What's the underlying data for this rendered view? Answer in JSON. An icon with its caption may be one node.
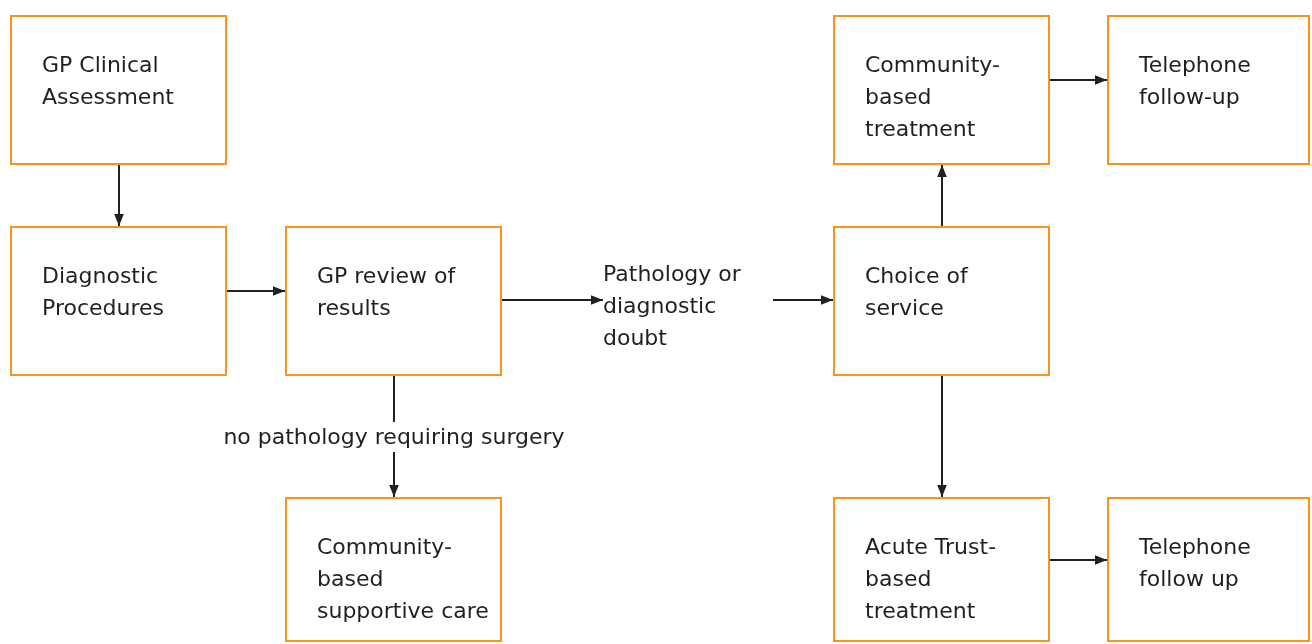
{
  "diagram": {
    "nodes": [
      {
        "text": [
          "GP Clinical Assessment"
        ]
      },
      {
        "text": [
          "Diagnostic Procedures"
        ]
      },
      {
        "text": [
          "GP review of results"
        ]
      },
      {
        "text": [
          "Pathology or diagnostic doubt"
        ]
      },
      {
        "text": [
          "Choice of service"
        ]
      },
      {
        "text": [
          "Community-based treatment"
        ]
      },
      {
        "text": [
          "Telephone follow-up"
        ]
      },
      {
        "text": [
          "Community-based supportive care"
        ]
      },
      {
        "text": [
          "Acute Trust-based treatment"
        ]
      },
      {
        "text": [
          "Telephone follow up"
        ]
      }
    ],
    "edges": [
      {
        "from": 0,
        "to": 1,
        "arrow": "to"
      },
      {
        "from": 1,
        "to": 2,
        "arrow": "to"
      },
      {
        "from": 2,
        "to": 3,
        "arrow": "to"
      },
      {
        "from": 3,
        "to": 4,
        "arrow": "to"
      },
      {
        "from": 4,
        "to": 5,
        "arrow": "to"
      },
      {
        "from": 5,
        "to": 6,
        "arrow": "to"
      },
      {
        "from": 2,
        "to": 7,
        "arrow": "to",
        "label": "no pathology requiring surgery"
      },
      {
        "from": 4,
        "to": 8,
        "arrow": "to"
      },
      {
        "from": 8,
        "to": 9,
        "arrow": "to"
      }
    ]
  }
}
